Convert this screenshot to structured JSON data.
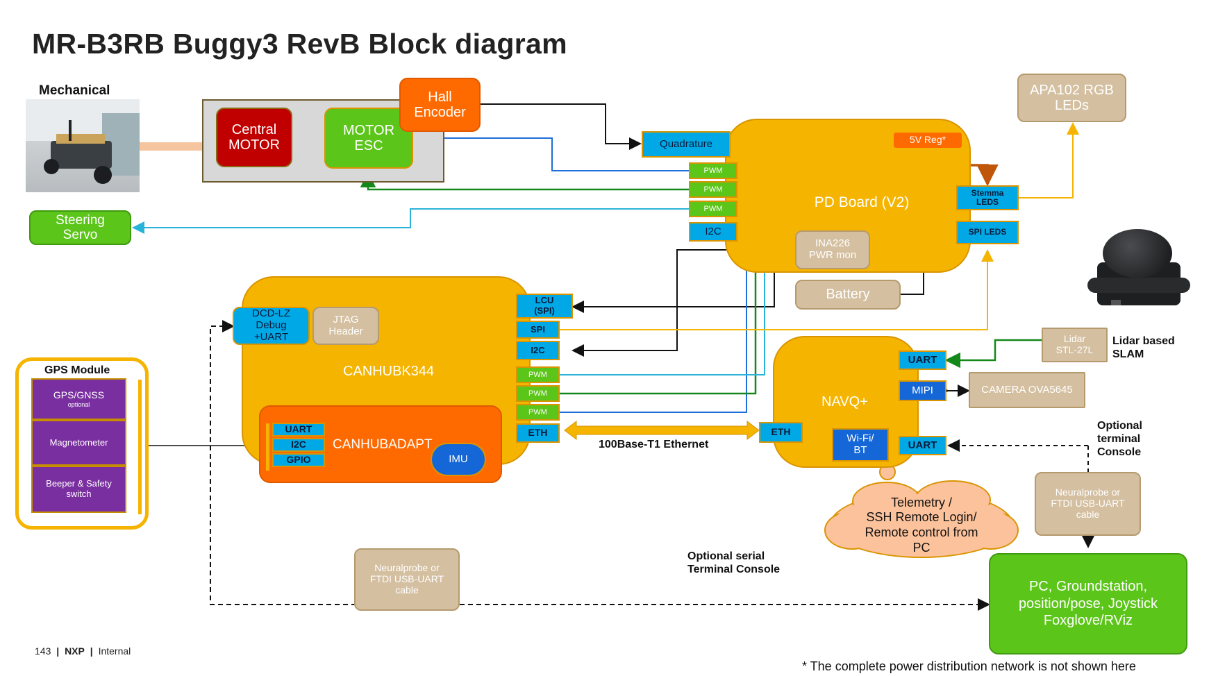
{
  "title": "MR-B3RB Buggy3 RevB Block diagram",
  "mechanical": {
    "label": "Mechanical",
    "central_motor": "Central\nMOTOR",
    "motor_esc": "MOTOR\nESC",
    "hall_encoder": "Hall\nEncoder",
    "steering_servo": "Steering\nServo"
  },
  "pd_board": {
    "label": "PD Board (V2)",
    "reg": "5V Reg*",
    "quadrature": "Quadrature",
    "pwm": [
      "PWM",
      "PWM",
      "PWM"
    ],
    "i2c": "I2C",
    "stemma": "Stemma\nLEDS",
    "spi_leds": "SPI LEDS",
    "ina": "INA226\nPWR mon",
    "battery": "Battery",
    "apa": "APA102 RGB\nLEDs"
  },
  "canhub": {
    "label": "CANHUBK344",
    "dcd": "DCD-LZ\nDebug\n+UART",
    "jtag": "JTAG\nHeader",
    "lcu": "LCU\n(SPI)",
    "spi": "SPI",
    "i2c": "I2C",
    "pwm": [
      "PWM",
      "PWM",
      "PWM"
    ],
    "eth": "ETH",
    "adapt": {
      "label": "CANHUBADAPT",
      "uart": "UART",
      "i2c": "I2C",
      "gpio": "GPIO",
      "imu": "IMU"
    }
  },
  "gps": {
    "label": "GPS Module",
    "gnss": "GPS/GNSS",
    "gnss_note": "optional",
    "magnetometer": "Magnetometer",
    "beeper": "Beeper & Safety\nswitch"
  },
  "navq": {
    "label": "NAVQ+",
    "uart_top": "UART",
    "mipi": "MIPI",
    "eth": "ETH",
    "wifi": "Wi-Fi/\nBT",
    "uart_bottom": "UART",
    "lidar": "Lidar\nSTL-27L",
    "lidar_note": "Lidar based\nSLAM",
    "camera": "CAMERA OVA5645"
  },
  "ethernet_label": "100Base-T1 Ethernet",
  "telemetry": "Telemetry /\nSSH Remote Login/\nRemote control from\nPC",
  "optional_terminal": "Optional\nterminal\nConsole",
  "neural_right": "Neuralprobe or\nFTDI USB-UART\ncable",
  "neural_left": "Neuralprobe or\nFTDI USB-UART\ncable",
  "optional_serial": "Optional serial\nTerminal Console",
  "pc": "PC, Groundstation,\nposition/pose, Joystick\nFoxglove/RViz",
  "footer": {
    "page": "143",
    "brand": "NXP",
    "classification": "Internal"
  },
  "footnote": "* The complete power distribution network is not shown here"
}
